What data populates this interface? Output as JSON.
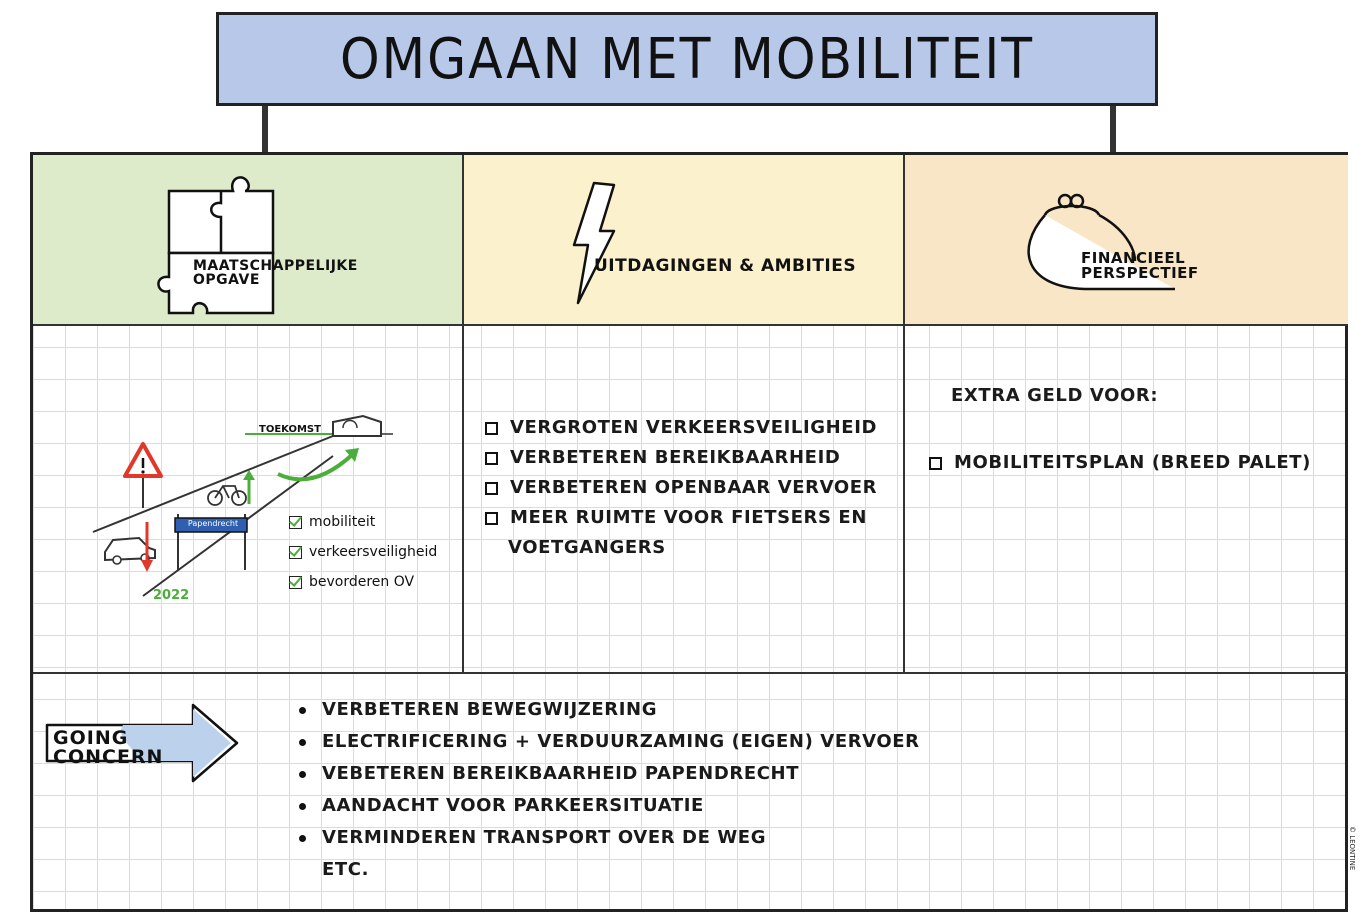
{
  "title": "OMGAAN MET MOBILITEIT",
  "colors": {
    "title_fill": "#b8c8e8",
    "col1_header": "#deebcb",
    "col2_header": "#fbf1cc",
    "col3_header": "#f8e6c6",
    "accent_green": "#4cae3a",
    "accent_red": "#e0382a",
    "sign_blue": "#2f5fae"
  },
  "headers": {
    "col1": {
      "label": "MAATSCHAPPELIJKE OPGAVE",
      "icon": "puzzle-icon"
    },
    "col2": {
      "label": "UITDAGINGEN & AMBITIES",
      "icon": "lightning-icon"
    },
    "col3": {
      "label": "FINANCIEEL PERSPECTIEF",
      "icon": "purse-icon"
    }
  },
  "col1": {
    "future_label": "TOEKOMST",
    "year_label": "2022",
    "place_sign": "Papendrecht",
    "checklist": [
      "mobiliteit",
      "verkeersveiligheid",
      "bevorderen OV"
    ]
  },
  "col2": {
    "items": [
      "VERGROTEN VERKEERSVEILIGHEID",
      "VERBETEREN BEREIKBAARHEID",
      "VERBETEREN OPENBAAR VERVOER",
      "MEER RUIMTE VOOR FIETSERS EN"
    ],
    "continuation": "VOETGANGERS"
  },
  "col3": {
    "intro": "EXTRA GELD VOOR:",
    "items": [
      "MOBILITEITSPLAN (BREED PALET)"
    ]
  },
  "going_concern": {
    "label_line1": "GOING",
    "label_line2": "CONCERN",
    "items": [
      "VERBETEREN BEWEGWIJZERING",
      "ELECTRIFICERING + VERDUURZAMING (EIGEN) VERVOER",
      "VEBETEREN BEREIKBAARHEID PAPENDRECHT",
      "AANDACHT VOOR PARKEERSITUATIE",
      "VERMINDEREN TRANSPORT OVER DE WEG"
    ],
    "continuation": "ETC."
  },
  "credit": "© LEONTINE"
}
